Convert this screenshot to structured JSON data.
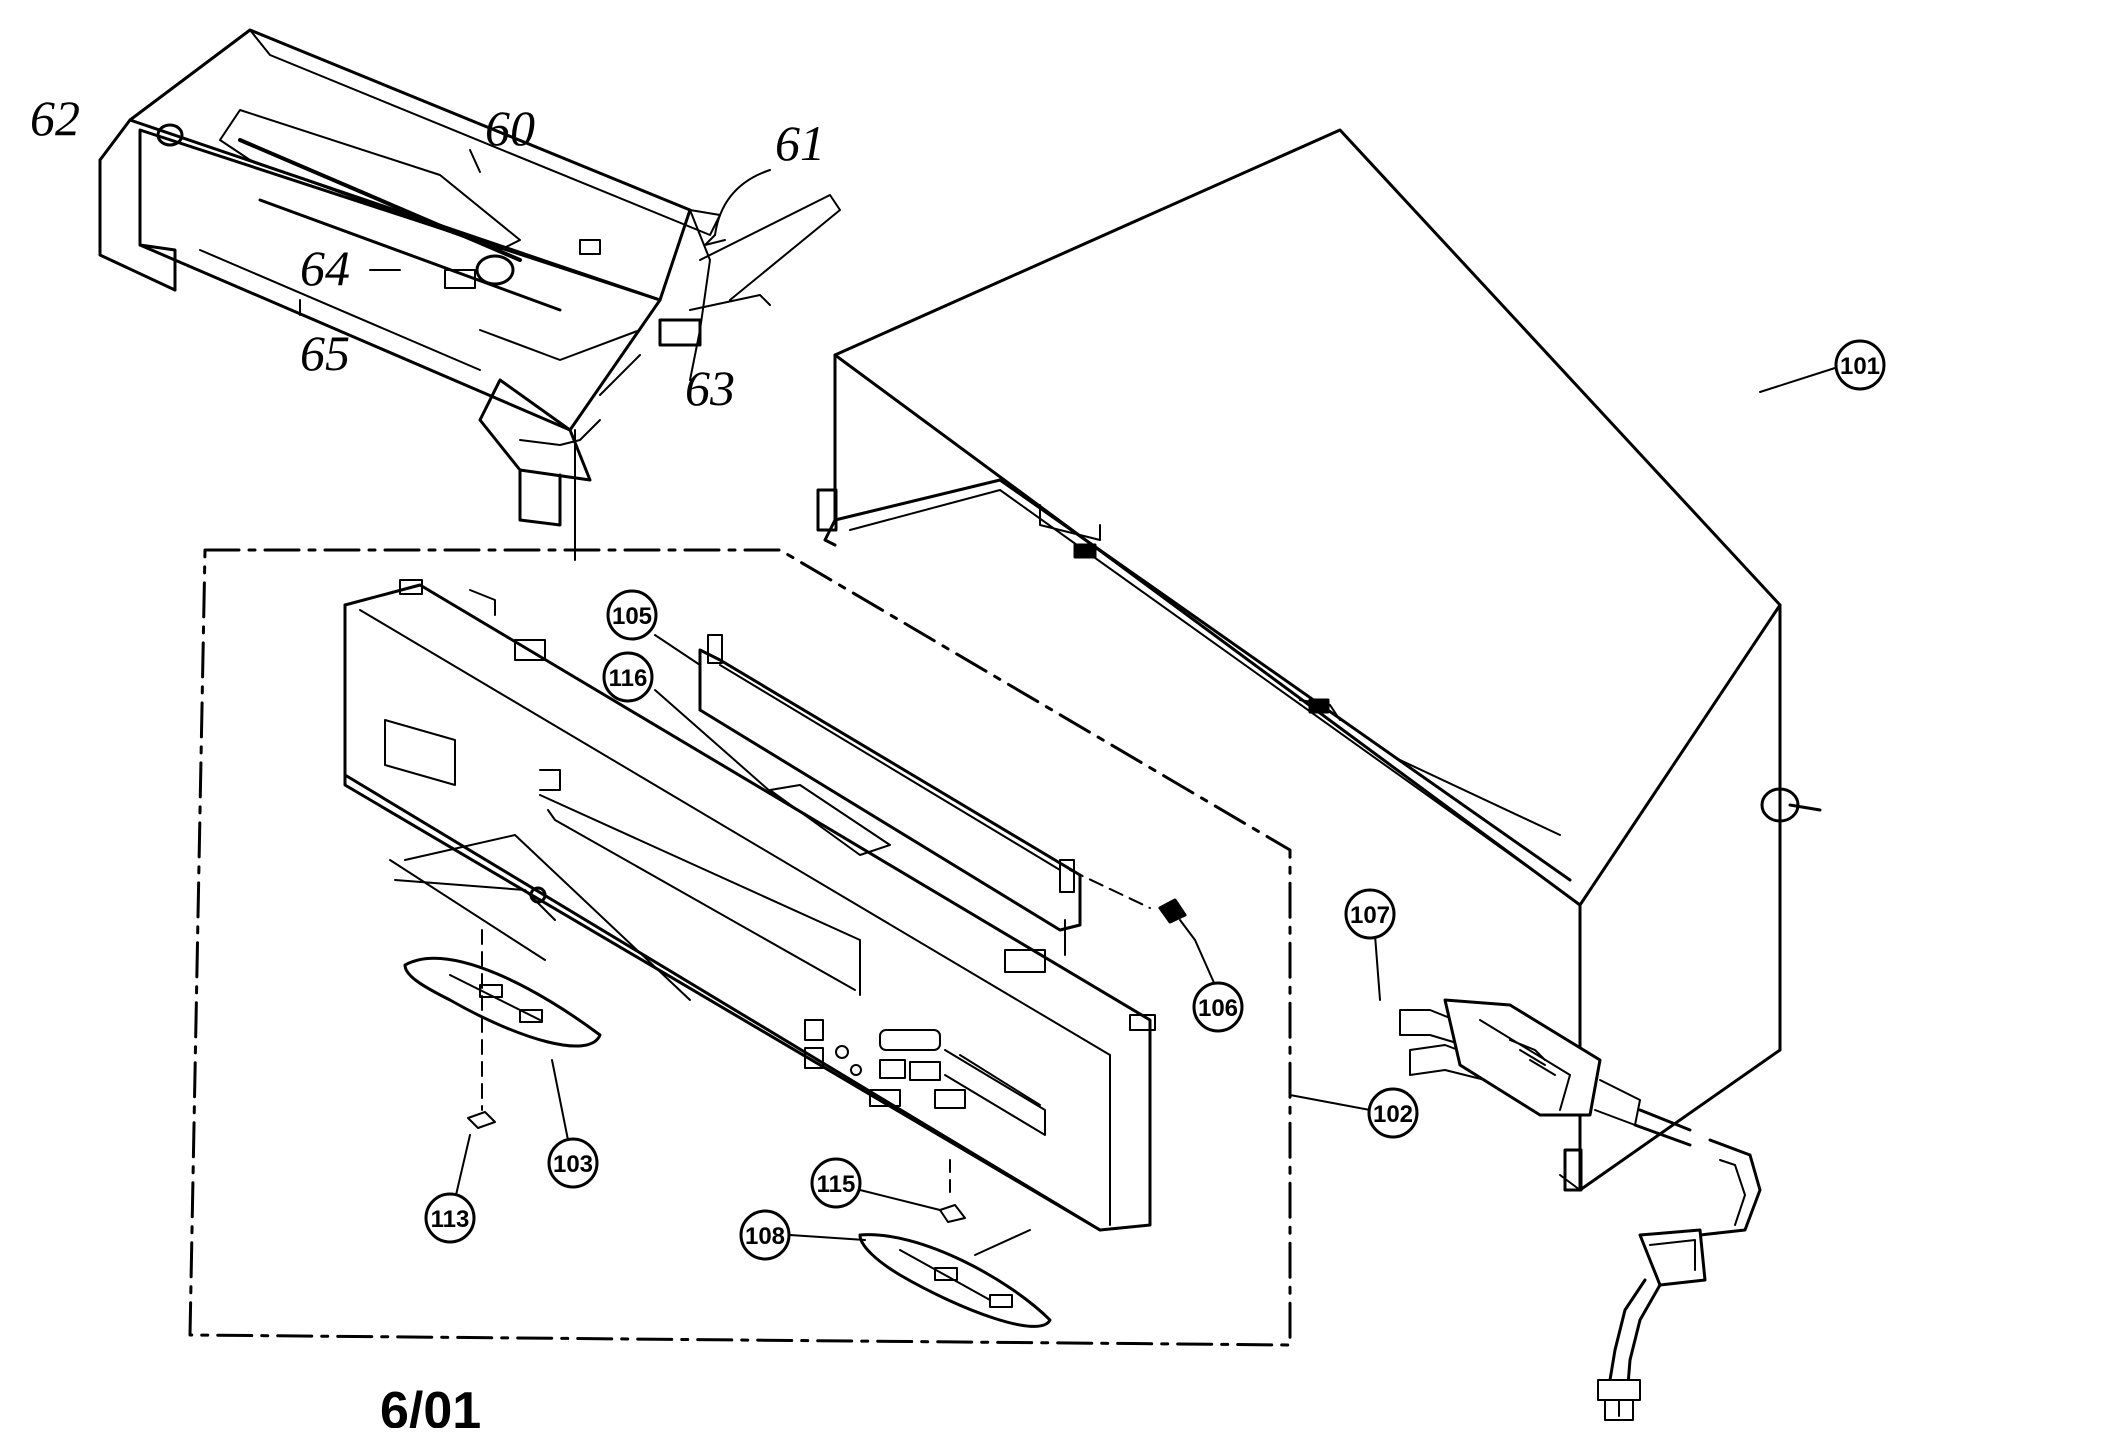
{
  "diagram": {
    "handwritten_labels": [
      {
        "key": "lbl_62",
        "text": "62"
      },
      {
        "key": "lbl_60",
        "text": "60"
      },
      {
        "key": "lbl_61",
        "text": "61"
      },
      {
        "key": "lbl_64",
        "text": "64"
      },
      {
        "key": "lbl_65",
        "text": "65"
      },
      {
        "key": "lbl_63",
        "text": "63"
      }
    ],
    "callouts": [
      {
        "key": "c101",
        "text": "101"
      },
      {
        "key": "c105",
        "text": "105"
      },
      {
        "key": "c116",
        "text": "116"
      },
      {
        "key": "c107",
        "text": "107"
      },
      {
        "key": "c106",
        "text": "106"
      },
      {
        "key": "c102",
        "text": "102"
      },
      {
        "key": "c103",
        "text": "103"
      },
      {
        "key": "c113",
        "text": "113"
      },
      {
        "key": "c115",
        "text": "115"
      },
      {
        "key": "c108",
        "text": "108"
      }
    ],
    "caption": "6/01"
  }
}
